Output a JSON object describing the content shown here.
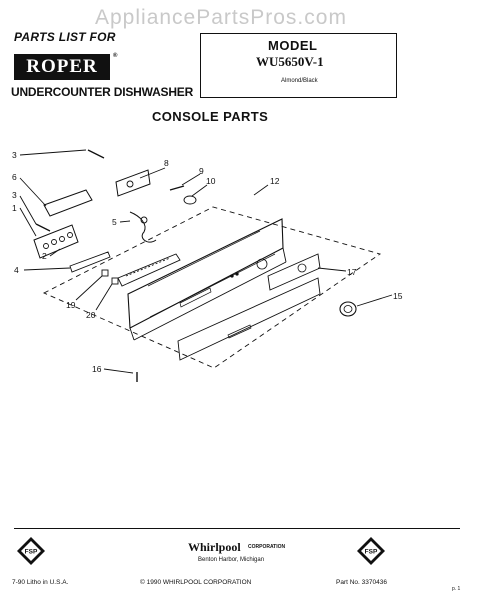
{
  "watermark": "AppliancePartsPros.com",
  "header": {
    "parts_list": "PARTS LIST FOR",
    "brand": "ROPER",
    "brand_reg": "®",
    "product": "UNDERCOUNTER DISHWASHER"
  },
  "model": {
    "label": "MODEL",
    "number": "WU5650V-1",
    "color": "Almond/Black"
  },
  "section_title": "CONSOLE PARTS",
  "callouts": [
    "3",
    "8",
    "9",
    "10",
    "12",
    "6",
    "3",
    "1",
    "5",
    "2",
    "4",
    "17",
    "15",
    "19",
    "20",
    "16"
  ],
  "footer": {
    "company": "Whirlpool",
    "company_suffix": "CORPORATION",
    "location": "Benton Harbor, Michigan",
    "print_info": "7-90  Litho in U.S.A.",
    "copyright": "© 1990 WHIRLPOOL CORPORATION",
    "part_number": "Part No. 3370436",
    "page_mark": "p. 1",
    "badge_text": "FSP"
  }
}
